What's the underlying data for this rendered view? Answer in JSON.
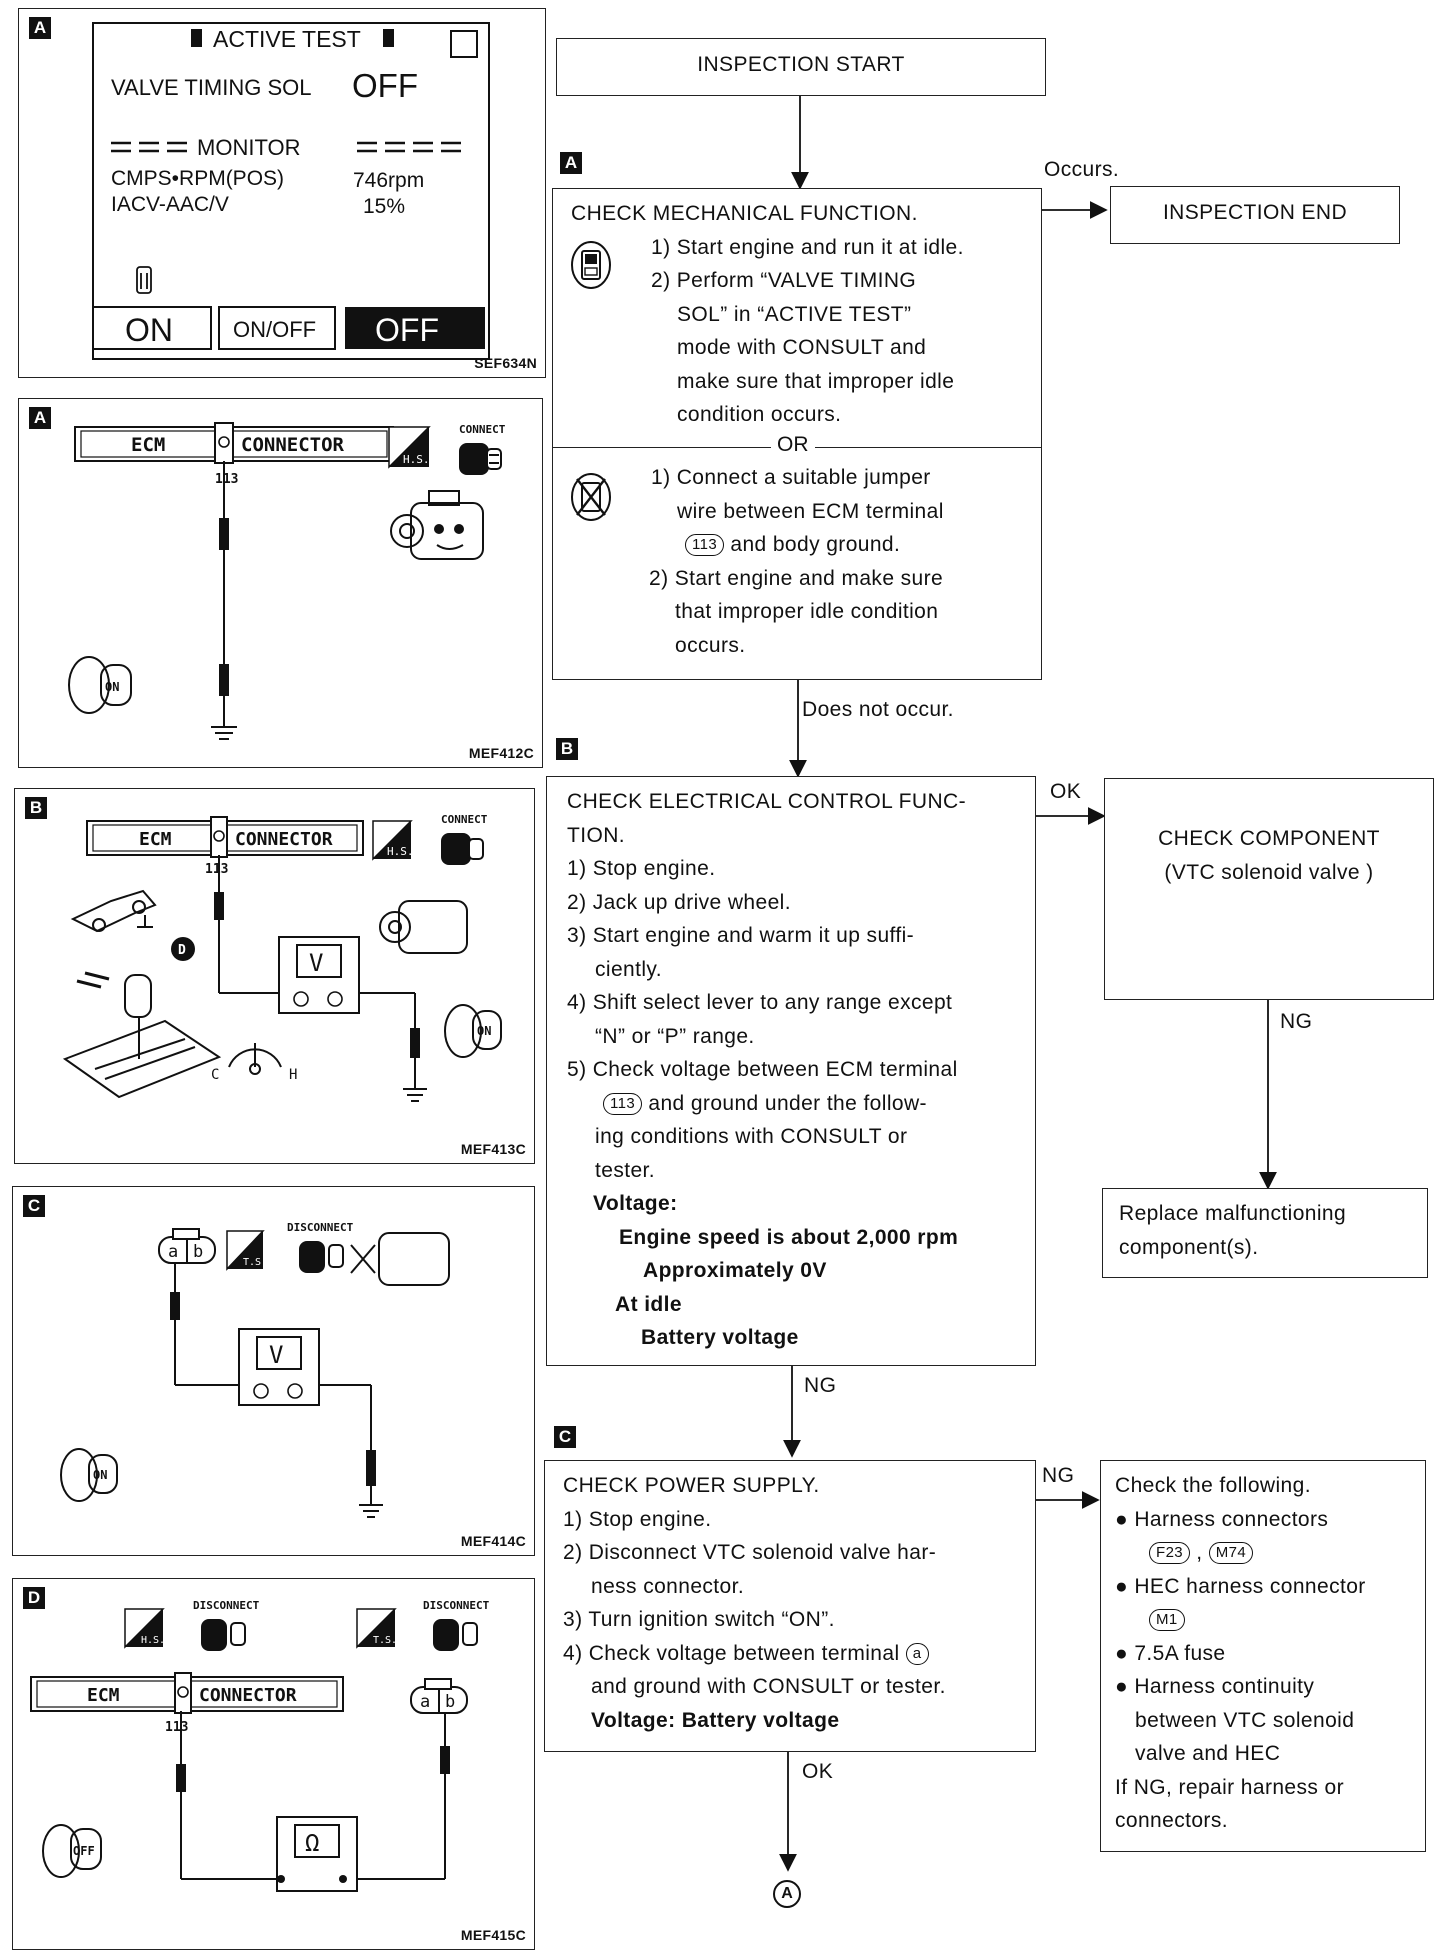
{
  "panels": [
    {
      "badge": "A",
      "code": "SEF634N",
      "screen": {
        "header": "ACTIVE TEST",
        "item_label": "VALVE TIMING SOL",
        "item_state": "OFF",
        "monitor_label": "MONITOR",
        "rows": [
          {
            "label": "CMPS•RPM(POS)",
            "value": "746rpm"
          },
          {
            "label": "IACV-AAC/V",
            "value": "15%"
          }
        ],
        "buttons": [
          "ON",
          "ON/OFF",
          "OFF"
        ]
      }
    },
    {
      "badge": "A",
      "code": "MEF412C",
      "ecm": "ECM",
      "connector": "CONNECTOR",
      "terminal": "113",
      "hs": "H.S.",
      "connect": "CONNECT",
      "key": "ON"
    },
    {
      "badge": "B",
      "code": "MEF413C",
      "ecm": "ECM",
      "connector": "CONNECTOR",
      "terminal": "113",
      "hs": "H.S.",
      "connect": "CONNECT",
      "key": "ON",
      "meter": "V",
      "gear": "D",
      "cold": "C",
      "hot": "H"
    },
    {
      "badge": "C",
      "code": "MEF414C",
      "a": "a",
      "b": "b",
      "ts": "T.S.",
      "disconnect": "DISCONNECT",
      "key": "ON",
      "meter": "V"
    },
    {
      "badge": "D",
      "code": "MEF415C",
      "ecm": "ECM",
      "connector": "CONNECTOR",
      "terminal": "113",
      "hs": "H.S.",
      "ts": "T.S.",
      "disconnect1": "DISCONNECT",
      "disconnect2": "DISCONNECT",
      "a": "a",
      "b": "b",
      "key": "OFF",
      "meter": "Ω"
    }
  ],
  "flow": {
    "start": "INSPECTION START",
    "end": "INSPECTION END",
    "occurs": "Occurs.",
    "does_not_occur": "Does not occur.",
    "badges": [
      "A",
      "B",
      "C"
    ],
    "mech": {
      "title": "CHECK MECHANICAL FUNCTION.",
      "l1": "1) Start engine and run it at idle.",
      "l2": "2) Perform “VALVE TIMING",
      "l3": "SOL” in “ACTIVE TEST”",
      "l4": "mode with CONSULT and",
      "l5": "make sure that improper idle",
      "l6": "condition occurs.",
      "or": "OR",
      "m1": "1) Connect a suitable jumper",
      "m2": "wire between ECM terminal",
      "m3_term": "113",
      "m3_rest": "and body ground.",
      "m4": "2) Start engine and make sure",
      "m5": "that improper idle condition",
      "m6": "occurs."
    },
    "elec": {
      "l1": "CHECK ELECTRICAL CONTROL FUNC-",
      "l2": "TION.",
      "l3": "1) Stop engine.",
      "l4": "2) Jack up drive wheel.",
      "l5": "3) Start engine and warm it up suffi-",
      "l6": "ciently.",
      "l7": "4) Shift select lever to any range except",
      "l8": "“N” or “P” range.",
      "l9": "5) Check voltage between ECM terminal",
      "l10_term": "113",
      "l10_rest": "and ground under the follow-",
      "l11": "ing conditions with CONSULT or",
      "l12": "tester.",
      "v1": "Voltage:",
      "v2": "Engine speed is about 2,000 rpm",
      "v3": "Approximately 0V",
      "v4": "At idle",
      "v5": "Battery voltage"
    },
    "ok1": "OK",
    "comp": {
      "l1": "CHECK COMPONENT",
      "l2": "(VTC solenoid valve )"
    },
    "ng1": "NG",
    "replace": {
      "l1": "Replace malfunctioning",
      "l2": "component(s)."
    },
    "ng2": "NG",
    "power": {
      "l1": "CHECK POWER SUPPLY.",
      "l2": "1) Stop engine.",
      "l3": "2) Disconnect VTC solenoid valve har-",
      "l4": "ness connector.",
      "l5": "3) Turn ignition switch “ON”.",
      "l6_a": "4) Check voltage between terminal",
      "l6_term": "a",
      "l7": "and ground with CONSULT or tester.",
      "l8": "Voltage: Battery voltage"
    },
    "ng3": "NG",
    "ok2": "OK",
    "goto": "A",
    "follow": {
      "l1": "Check the following.",
      "l2": "Harness connectors",
      "c1": "F23",
      "c2": "M74",
      "l3": "HEC harness connector",
      "c3": "M1",
      "l4": "7.5A fuse",
      "l5": "Harness continuity",
      "l6": "between VTC solenoid",
      "l7": "valve and HEC",
      "l8": "If NG, repair harness or",
      "l9": "connectors."
    }
  }
}
